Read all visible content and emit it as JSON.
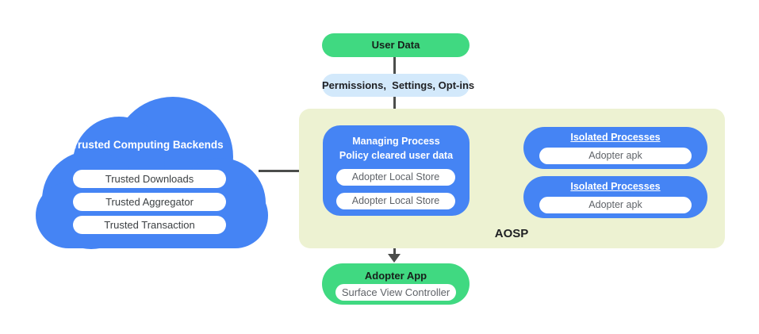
{
  "colors": {
    "blue": "#4584f4",
    "green": "#40d981",
    "light_blue": "#d3e9fb",
    "panel_green": "#edf2d2",
    "connector_gray": "#4b4d4b",
    "dark_text": "#1f2023",
    "gray_text": "#5f6368",
    "white": "#ffffff"
  },
  "top_flow": {
    "user_data": "User Data",
    "permissions": "Permissions,  Settings, Opt-ins"
  },
  "cloud": {
    "title": "Trusted Computing Backends",
    "items": [
      "Trusted Downloads",
      "Trusted Aggregator",
      "Trusted Transaction"
    ]
  },
  "aosp": {
    "label": "AOSP",
    "managing": {
      "title_line1": "Managing Process",
      "title_line2": "Policy cleared user data",
      "stores": [
        "Adopter Local Store",
        "Adopter Local Store"
      ]
    },
    "isolated": [
      {
        "title": "Isolated Processes",
        "item": "Adopter apk"
      },
      {
        "title": "Isolated Processes",
        "item": "Adopter apk"
      }
    ]
  },
  "bottom": {
    "adopter_app": "Adopter App",
    "controller": "Surface View Controller"
  }
}
